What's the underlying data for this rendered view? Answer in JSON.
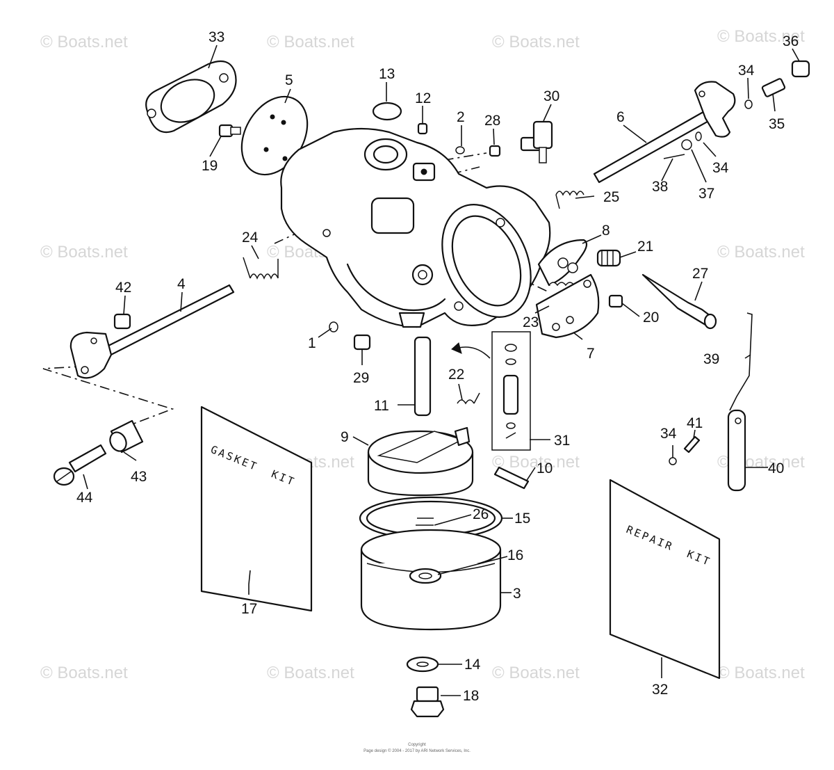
{
  "watermark": "© Boats.net",
  "callouts": [
    "33",
    "5",
    "13",
    "12",
    "2",
    "28",
    "30",
    "36",
    "34",
    "35",
    "6",
    "34",
    "37",
    "38",
    "19",
    "25",
    "8",
    "21",
    "24",
    "27",
    "42",
    "4",
    "1",
    "23",
    "20",
    "7",
    "29",
    "22",
    "39",
    "11",
    "31",
    "9",
    "10",
    "34",
    "41",
    "40",
    "43",
    "44",
    "26",
    "15",
    "16",
    "3",
    "17",
    "14",
    "18",
    "32"
  ],
  "gasket_kit": {
    "line1": "GASKET",
    "line2": "KIT"
  },
  "repair_kit": {
    "line1": "REPAIR",
    "line2": "KIT"
  },
  "footer": {
    "line1": "Copyright",
    "line2": "Page design © 2004 - 2017 by ARI Network Services, Inc."
  }
}
